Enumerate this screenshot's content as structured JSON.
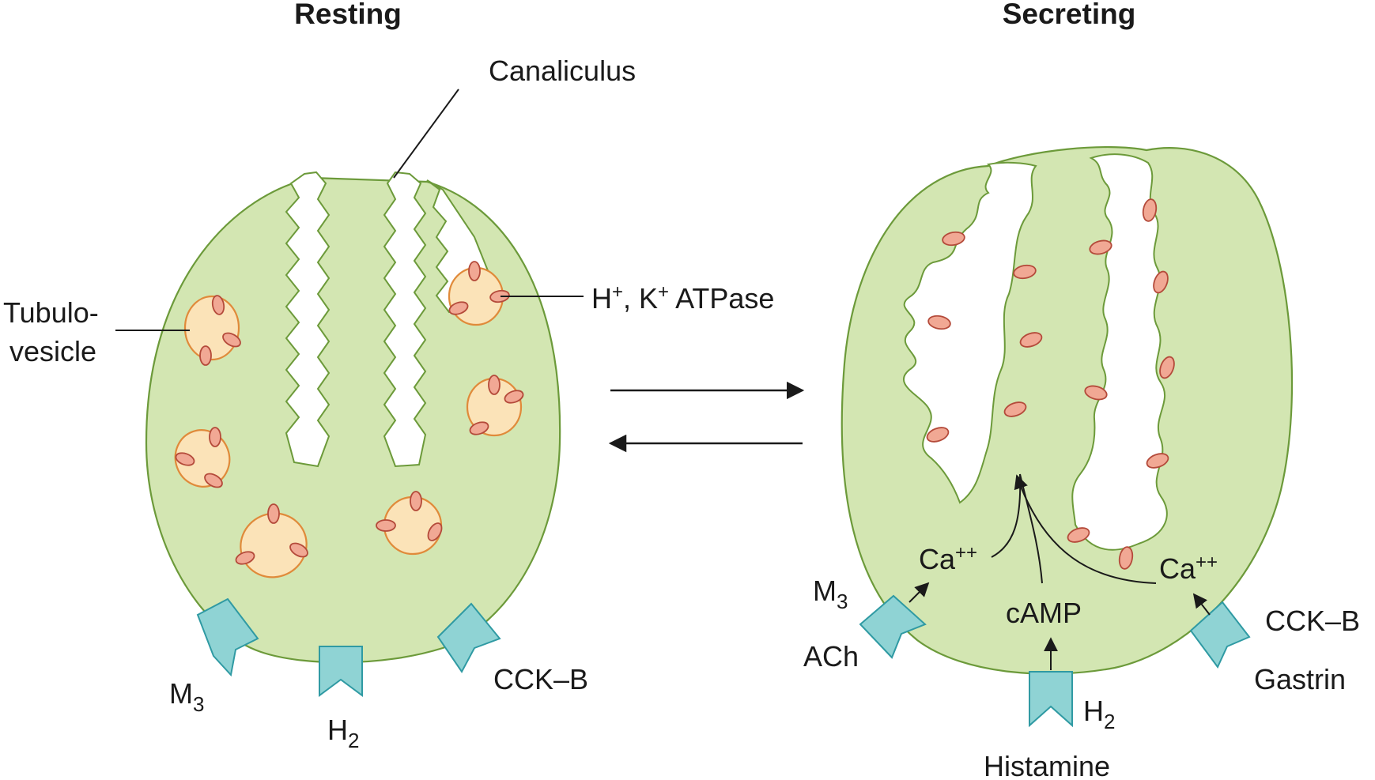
{
  "titles": {
    "resting": "Resting",
    "secreting": "Secreting"
  },
  "labels": {
    "canaliculus": "Canaliculus",
    "tubulovesicle_line1": "Tubulo-",
    "tubulovesicle_line2": "vesicle",
    "atpase_h": "H",
    "atpase_h_sup": "+",
    "atpase_k": ", K",
    "atpase_k_sup": "+",
    "atpase_rest": " ATPase"
  },
  "resting_receptors": {
    "m3": "M",
    "m3_sub": "3",
    "h2": "H",
    "h2_sub": "2",
    "cckb": "CCK–B"
  },
  "secreting_labels": {
    "ca_left": "Ca",
    "ca_left_sup": "++",
    "ca_right": "Ca",
    "ca_right_sup": "++",
    "camp": "cAMP",
    "m3": "M",
    "m3_sub": "3",
    "ach": "ACh",
    "h2": "H",
    "h2_sub": "2",
    "histamine": "Histamine",
    "cckb": "CCK–B",
    "gastrin": "Gastrin"
  },
  "colors": {
    "cell_fill": "#d3e6b2",
    "cell_stroke": "#6c9a3a",
    "vesicle_fill": "#fbe3b8",
    "vesicle_stroke": "#e08a3a",
    "pump_fill": "#f1a894",
    "receptor_fill": "#8fd3d4"
  }
}
